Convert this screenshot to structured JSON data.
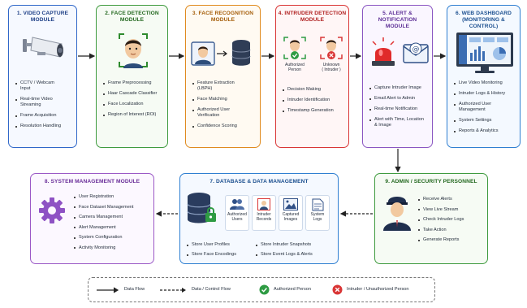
{
  "modules": {
    "video_capture": {
      "title": "1. VIDEO CAPTURE\nMODULE",
      "color": "#2f67c9",
      "items": [
        "CCTV / Webcam\nInput",
        "Real-time Video\nStreaming",
        "Frame Acquisition",
        "Resolution Handling"
      ]
    },
    "face_detection": {
      "title": "2. FACE DETECTION\nMODULE",
      "color": "#3f9b3f",
      "items": [
        "Frame Preprocessing",
        "Haar Cascade Classifier",
        "Face Localization",
        "Region of Interest (ROI)"
      ]
    },
    "face_recognition": {
      "title": "3. FACE RECOGNITION\nMODULE",
      "color": "#e08a1e",
      "items": [
        "Feature Extraction\n(LBPH)",
        "Face Matching",
        "Authorized User\nVerification",
        "Confidence Scoring"
      ]
    },
    "intruder_detection": {
      "title": "4. INTRUDER DETECTION\nMODULE",
      "color": "#d93636",
      "authorized_label": "Authorized\nPerson",
      "unknown_label": "Unknown\n( Intruder )",
      "items": [
        "Decision Making",
        "Intruder Identification",
        "Timestamp Generation"
      ]
    },
    "alert_notification": {
      "title": "5. ALERT & NOTIFICATION\nMODULE",
      "color": "#8a56c2",
      "items": [
        "Capture Intruder Image",
        "Email Alert to Admin",
        "Real-time Notification",
        "Alert with Time, Location\n& Image"
      ]
    },
    "web_dashboard": {
      "title": "6. WEB DASHBOARD\n(MONITORING & CONTROL)",
      "color": "#2f7fd1",
      "items": [
        "Live Video Monitoring",
        "Intruder Logs & History",
        "Authorized User\nManagement",
        "System Settings",
        "Reports & Analytics"
      ]
    },
    "database": {
      "title": "7. DATABASE & DATA MANAGEMENT",
      "color": "#2f7fd1",
      "icons": [
        "Authorized\nUsers",
        "Intruder\nRecords",
        "Captured\nImages",
        "System\nLogs"
      ],
      "items_left": [
        "Store User Profiles",
        "Store Face Encodings"
      ],
      "items_right": [
        "Store Intruder Snapshots",
        "Store Event Logs & Alerts"
      ]
    },
    "system_management": {
      "title": "8. SYSTEM MANAGEMENT MODULE",
      "color": "#9b59c6",
      "items": [
        "User Registration",
        "Face Dataset Management",
        "Camera Management",
        "Alert Management",
        "System Configuration",
        "Activity Monitoring"
      ]
    },
    "admin": {
      "title": "9. ADMIN / SECURITY PERSONNEL",
      "color": "#3f9b3f",
      "items": [
        "Receive Alerts",
        "View Live Stream",
        "Check Intruder Logs",
        "Take Action",
        "Generate Reports"
      ]
    }
  },
  "legend": {
    "data_flow": "Data Flow",
    "control_flow": "Data / Control Flow",
    "authorized": "Authorized Person",
    "intruder": "Intruder / Unauthorized Person"
  },
  "colors": {
    "authorized_green": "#2e9b43",
    "intruder_red": "#d93636"
  }
}
